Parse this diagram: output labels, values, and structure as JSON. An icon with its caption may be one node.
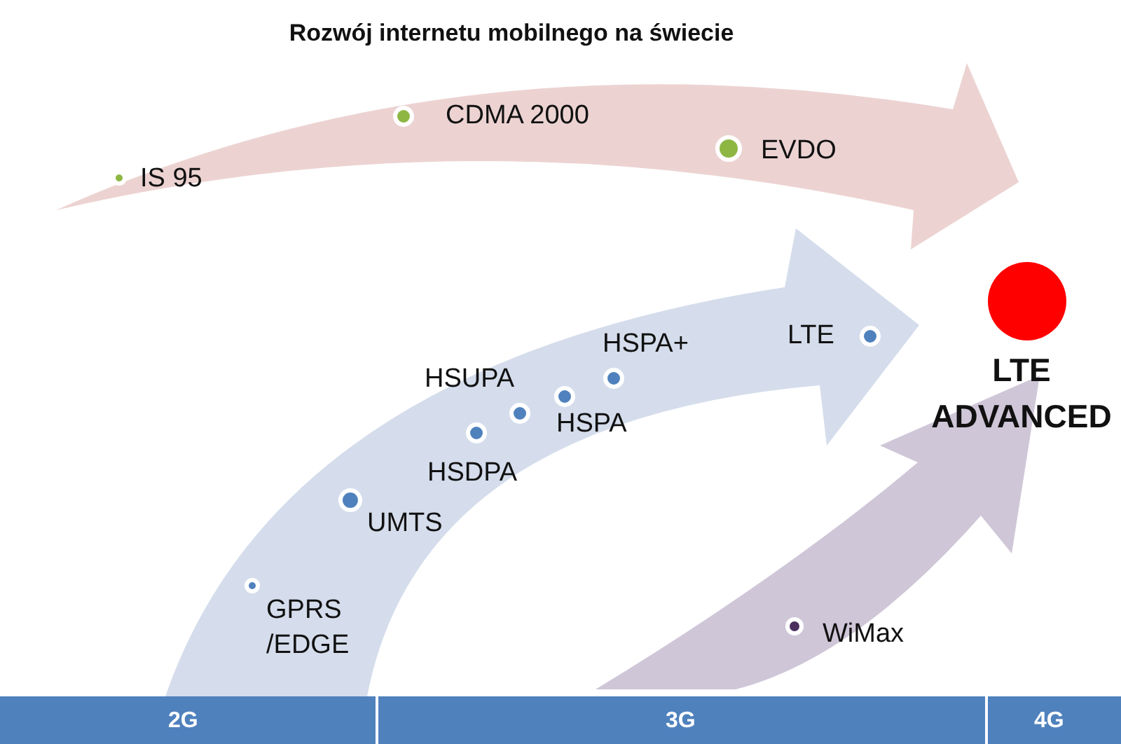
{
  "diagram": {
    "title": "Rozwój internetu mobilnego na świecie",
    "labels": [
      "IS 95",
      "CDMA 2000",
      "EVDO",
      "LTE",
      "HSPA+",
      "HSUPA",
      "HSPA",
      "HSDPA",
      "UMTS",
      "GPRS /EDGE",
      "WiMax",
      "LTE ADVANCED",
      "2G",
      "3G",
      "4G"
    ]
  }
}
